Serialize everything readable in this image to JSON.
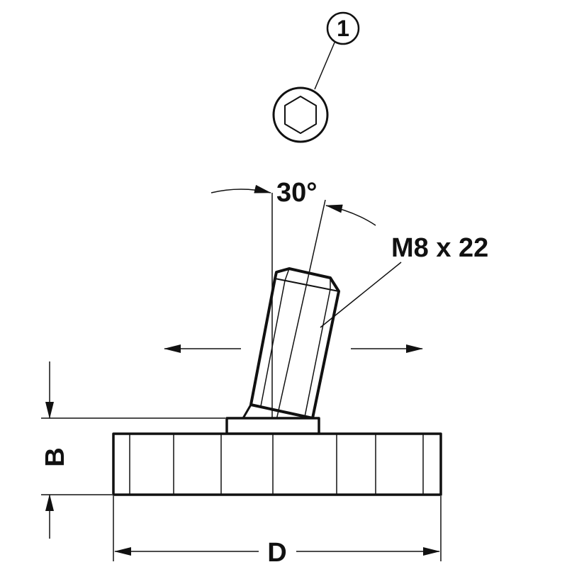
{
  "callout": {
    "number": "1"
  },
  "labels": {
    "angle": "30°",
    "thread": "M8 x 22",
    "height_dim": "B",
    "diameter_dim": "D"
  },
  "icons": [
    "hex-socket-icon"
  ]
}
